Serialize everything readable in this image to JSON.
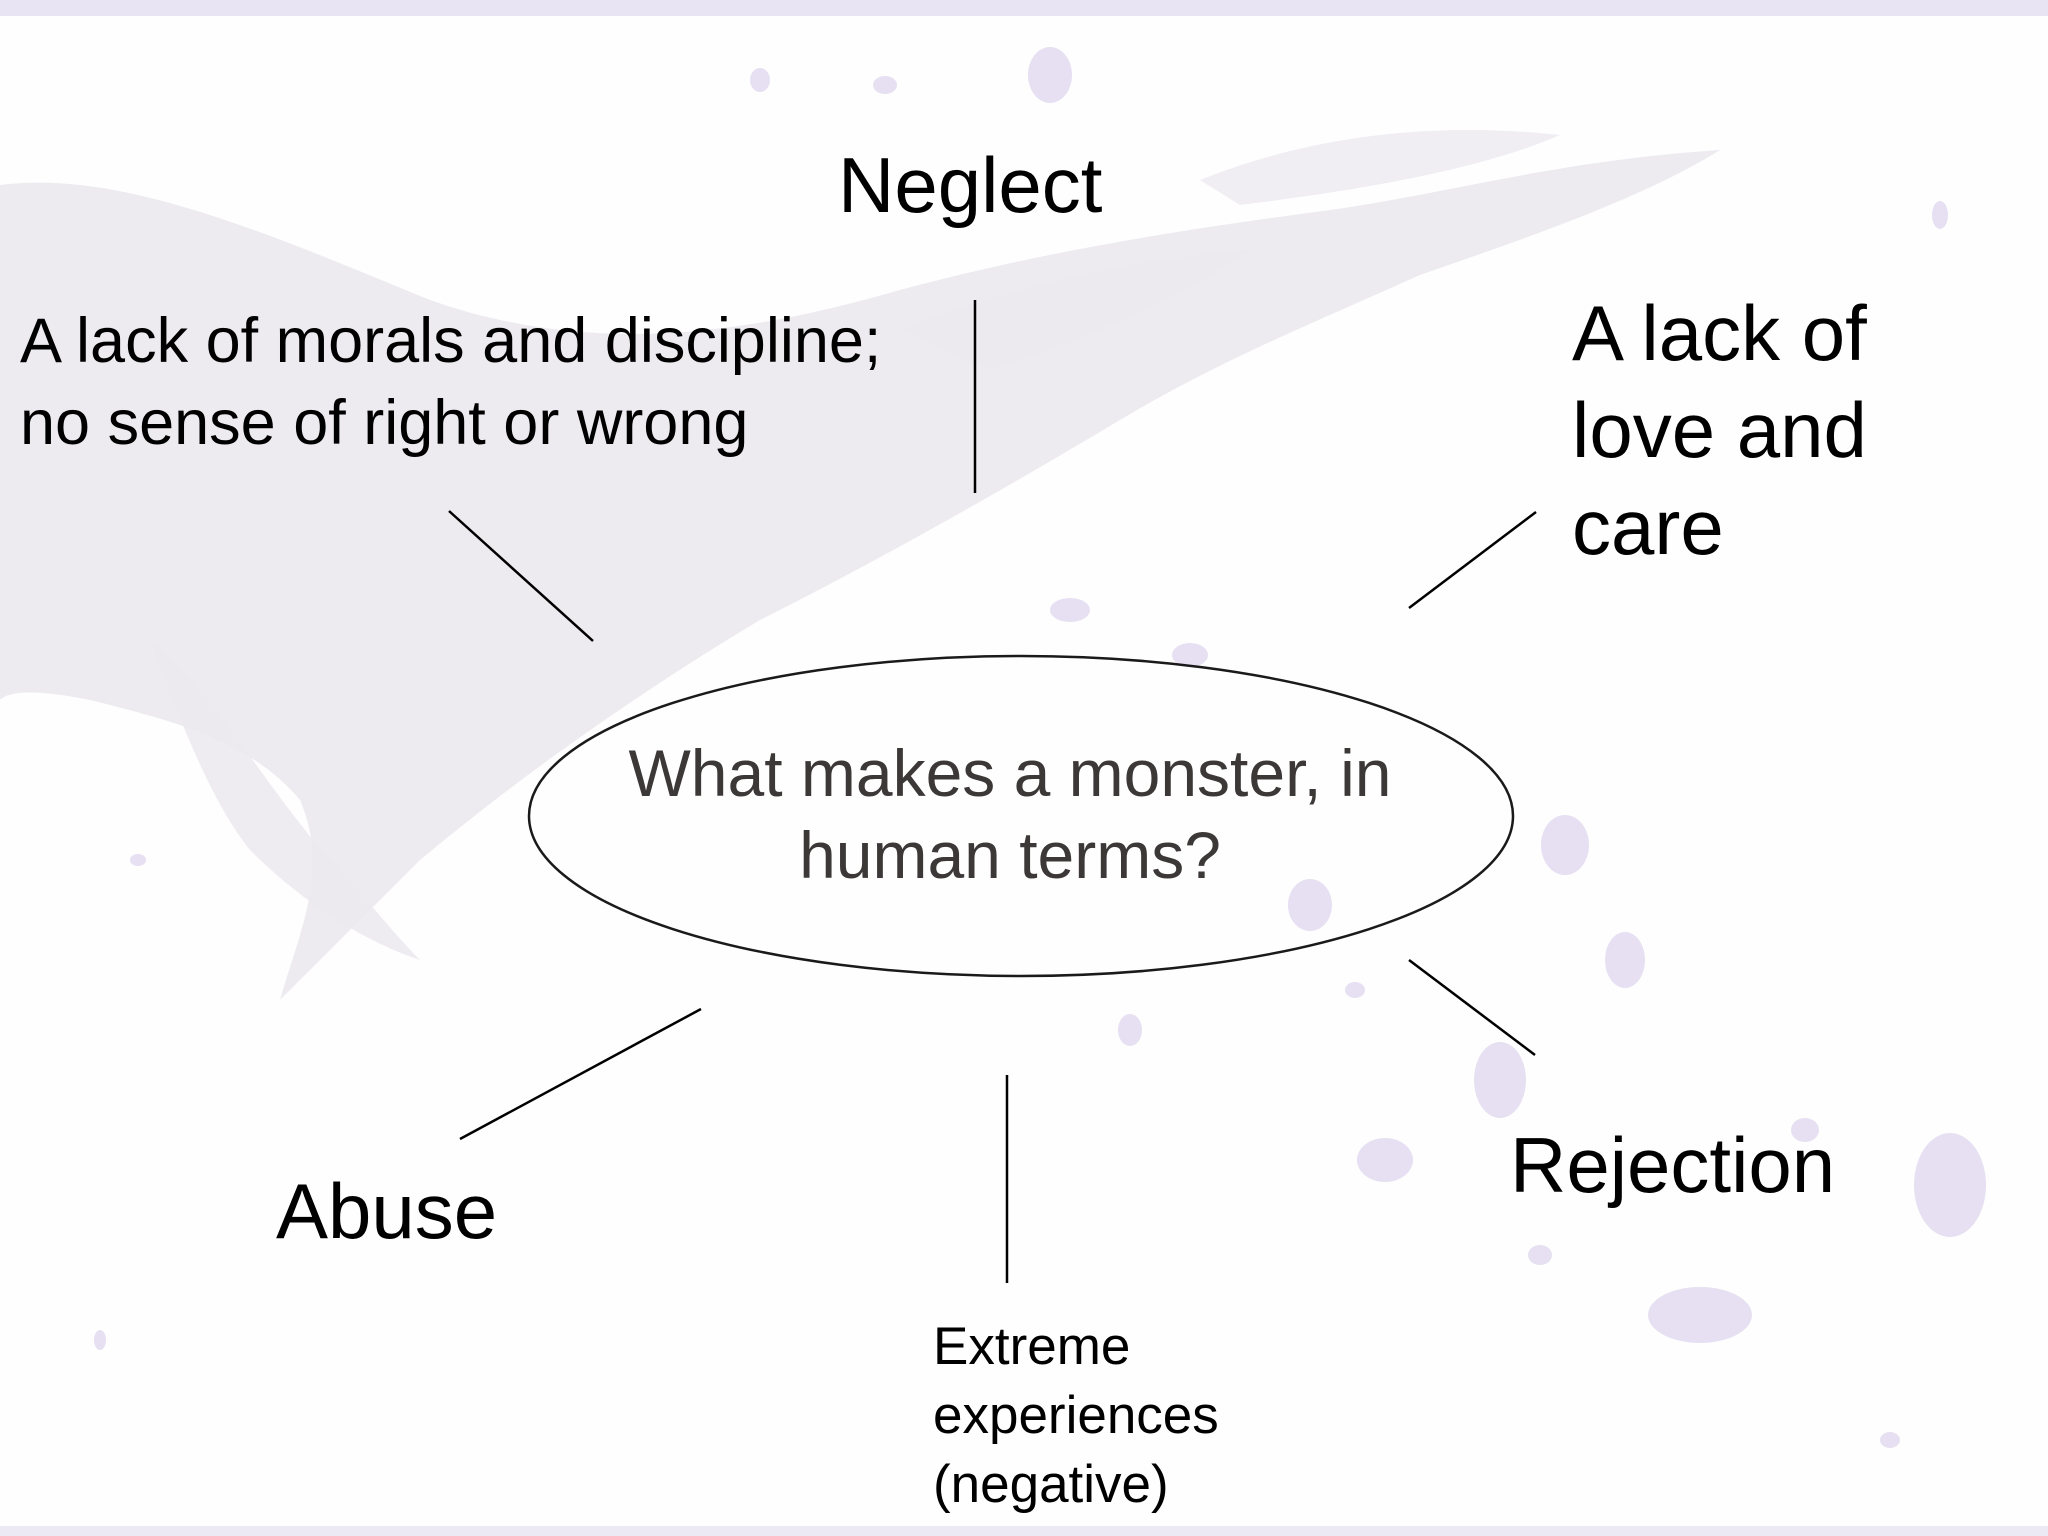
{
  "diagram": {
    "center": {
      "text": "What makes a monster, in\nhuman terms?"
    },
    "nodes": {
      "neglect": "Neglect",
      "morals": "A lack of morals and discipline;\nno sense of right or wrong",
      "love": "A lack of\nlove and\ncare",
      "abuse": "Abuse",
      "rejection": "Rejection",
      "extreme": "Extreme\nexperiences\n(negative)"
    }
  },
  "colors": {
    "background": "#fefefe",
    "accent_lavender": "#e6e0f2",
    "brush_grey": "#ebe9ee",
    "ellipse_stroke": "#1a1a1a",
    "center_text": "#3c3838",
    "connector": "#000000"
  }
}
